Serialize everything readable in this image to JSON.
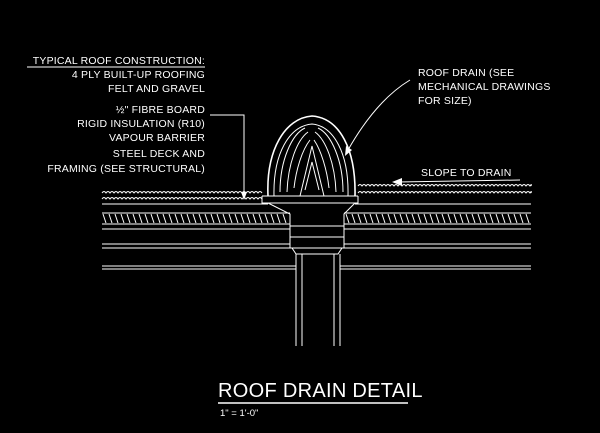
{
  "construction_notes": {
    "heading": "TYPICAL ROOF CONSTRUCTION:",
    "lines": [
      "4 PLY BUILT-UP ROOFING",
      "FELT AND GRAVEL",
      "½\" FIBRE BOARD",
      "RIGID INSULATION (R10)",
      "VAPOUR BARRIER",
      "STEEL DECK AND",
      "FRAMING (SEE STRUCTURAL)"
    ]
  },
  "drain_note": {
    "lines": [
      "ROOF DRAIN (SEE",
      "MECHANICAL DRAWINGS",
      "FOR SIZE)"
    ]
  },
  "slope_note": "SLOPE TO DRAIN",
  "title": "ROOF DRAIN DETAIL",
  "scale": "1\" = 1'-0\""
}
